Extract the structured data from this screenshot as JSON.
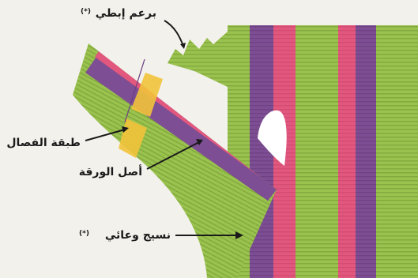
{
  "labels": {
    "axillary_bud": "برعم إبطي",
    "axillary_bud_mark": "(*)",
    "abscission_layer": "طبقة الفصال",
    "leaf_base": "أصل الورقة",
    "vascular_tissue": "نسيج وعائي",
    "vascular_tissue_mark": "(*)"
  },
  "colors": {
    "background": "#f3f1ec",
    "tissue_green": "#9ac24e",
    "stripe_dark_green": "#7ea43a",
    "vascular_purple": "#7d4e93",
    "vascular_pink": "#e2577e",
    "abscission_yellow": "#f2c33b",
    "pith_white": "#ffffff",
    "label_text": "#1a1a1a"
  }
}
